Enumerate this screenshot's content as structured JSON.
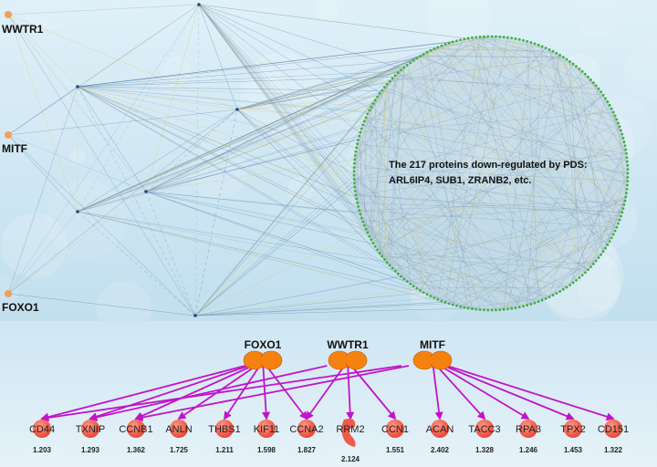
{
  "top_panel": {
    "regulators": [
      {
        "id": "wwtr1",
        "label": "WWTR1"
      },
      {
        "id": "mitf",
        "label": "MITF"
      },
      {
        "id": "foxo1",
        "label": "FOXO1"
      }
    ],
    "cluster_text_line1": "The 217 proteins down-regulated by PDS:",
    "cluster_text_line2": "ARL6IP4, SUB1, ZRANB2, etc.",
    "colors": {
      "background": "#cfe6f2",
      "node_orange": "#f5a05a",
      "cluster_node_green": "#3fae3f",
      "edge_blue": "#6f8fb5",
      "edge_yellow": "#d9c96a"
    }
  },
  "bottom_panel": {
    "hubs": [
      {
        "id": "foxo1",
        "label": "FOXO1"
      },
      {
        "id": "wwtr1",
        "label": "WWTR1"
      },
      {
        "id": "mitf",
        "label": "MITF"
      }
    ],
    "targets": [
      {
        "label": "CD44",
        "value": "1.203"
      },
      {
        "label": "TXNIP",
        "value": "1.293"
      },
      {
        "label": "CCNB1",
        "value": "1.362"
      },
      {
        "label": "ANLN",
        "value": "1.725"
      },
      {
        "label": "THBS1",
        "value": "1.211"
      },
      {
        "label": "KIF11",
        "value": "1.598"
      },
      {
        "label": "CCNA2",
        "value": "1.827"
      },
      {
        "label": "RRM2",
        "value": "2.124"
      },
      {
        "label": "CCN1",
        "value": "1.551"
      },
      {
        "label": "ACAN",
        "value": "2.402"
      },
      {
        "label": "TACC3",
        "value": "1.328"
      },
      {
        "label": "RPA3",
        "value": "1.246"
      },
      {
        "label": "TPX2",
        "value": "1.453"
      },
      {
        "label": "CD151",
        "value": "1.322"
      }
    ],
    "edges": [
      {
        "from": "foxo1",
        "to": "CD44"
      },
      {
        "from": "foxo1",
        "to": "TXNIP"
      },
      {
        "from": "foxo1",
        "to": "CCNB1"
      },
      {
        "from": "foxo1",
        "to": "ANLN"
      },
      {
        "from": "foxo1",
        "to": "THBS1"
      },
      {
        "from": "foxo1",
        "to": "KIF11"
      },
      {
        "from": "foxo1",
        "to": "CCNA2"
      },
      {
        "from": "wwtr1",
        "to": "TXNIP"
      },
      {
        "from": "wwtr1",
        "to": "CCNA2"
      },
      {
        "from": "wwtr1",
        "to": "RRM2"
      },
      {
        "from": "wwtr1",
        "to": "CCN1"
      },
      {
        "from": "mitf",
        "to": "CD44"
      },
      {
        "from": "mitf",
        "to": "CCNB1"
      },
      {
        "from": "mitf",
        "to": "ACAN"
      },
      {
        "from": "mitf",
        "to": "TACC3"
      },
      {
        "from": "mitf",
        "to": "RPA3"
      },
      {
        "from": "mitf",
        "to": "TPX2"
      },
      {
        "from": "mitf",
        "to": "CD151"
      }
    ],
    "colors": {
      "background": "#d6ebf5",
      "hub": "#f5820f",
      "target": "#f05a4a",
      "edge": "#c014c8"
    }
  }
}
